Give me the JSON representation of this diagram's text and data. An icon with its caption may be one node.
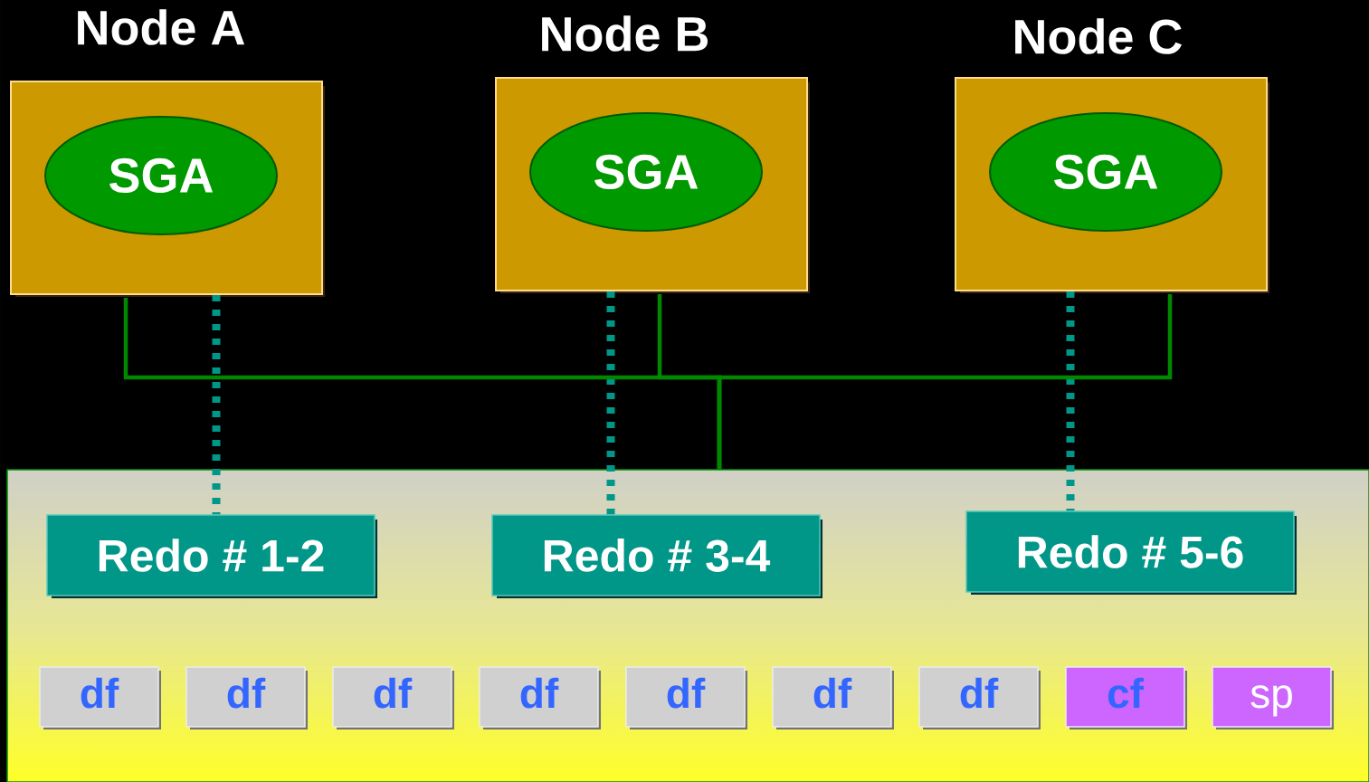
{
  "diagram": {
    "nodes": [
      {
        "text": [
          "Node A"
        ]
      },
      {
        "text": [
          "SGA"
        ],
        "in": 0
      },
      {
        "text": [
          "Node B"
        ]
      },
      {
        "text": [
          "SGA"
        ],
        "in": 2
      },
      {
        "text": [
          "Node C"
        ]
      },
      {
        "text": [
          "SGA"
        ],
        "in": 4
      },
      {
        "text": [],
        "shape": "box"
      },
      {
        "text": [
          "Redo # 1-2"
        ],
        "in": 6
      },
      {
        "text": [
          "Redo # 3-4"
        ],
        "in": 6
      },
      {
        "text": [
          "Redo # 5-6"
        ],
        "in": 6
      },
      {
        "text": [
          "df"
        ],
        "in": 6
      },
      {
        "text": [
          "df"
        ],
        "in": 6
      },
      {
        "text": [
          "df"
        ],
        "in": 6
      },
      {
        "text": [
          "df"
        ],
        "in": 6
      },
      {
        "text": [
          "df"
        ],
        "in": 6
      },
      {
        "text": [
          "df"
        ],
        "in": 6
      },
      {
        "text": [
          "df"
        ],
        "in": 6
      },
      {
        "text": [
          "cf"
        ],
        "in": 6
      },
      {
        "text": [
          "sp"
        ],
        "in": 6
      }
    ],
    "edges": [
      {
        "from": 0,
        "to": 7,
        "arrow": "none",
        "style": "dashed",
        "color": "#009688"
      },
      {
        "from": 2,
        "to": 8,
        "arrow": "none",
        "style": "dashed",
        "color": "#009688"
      },
      {
        "from": 4,
        "to": 9,
        "arrow": "none",
        "style": "dashed",
        "color": "#009688"
      },
      {
        "from": 0,
        "to": 6,
        "arrow": "none",
        "color": "#008800"
      },
      {
        "from": 2,
        "to": 6,
        "arrow": "none",
        "color": "#008800"
      },
      {
        "from": 4,
        "to": 6,
        "arrow": "none",
        "color": "#008800"
      }
    ]
  }
}
